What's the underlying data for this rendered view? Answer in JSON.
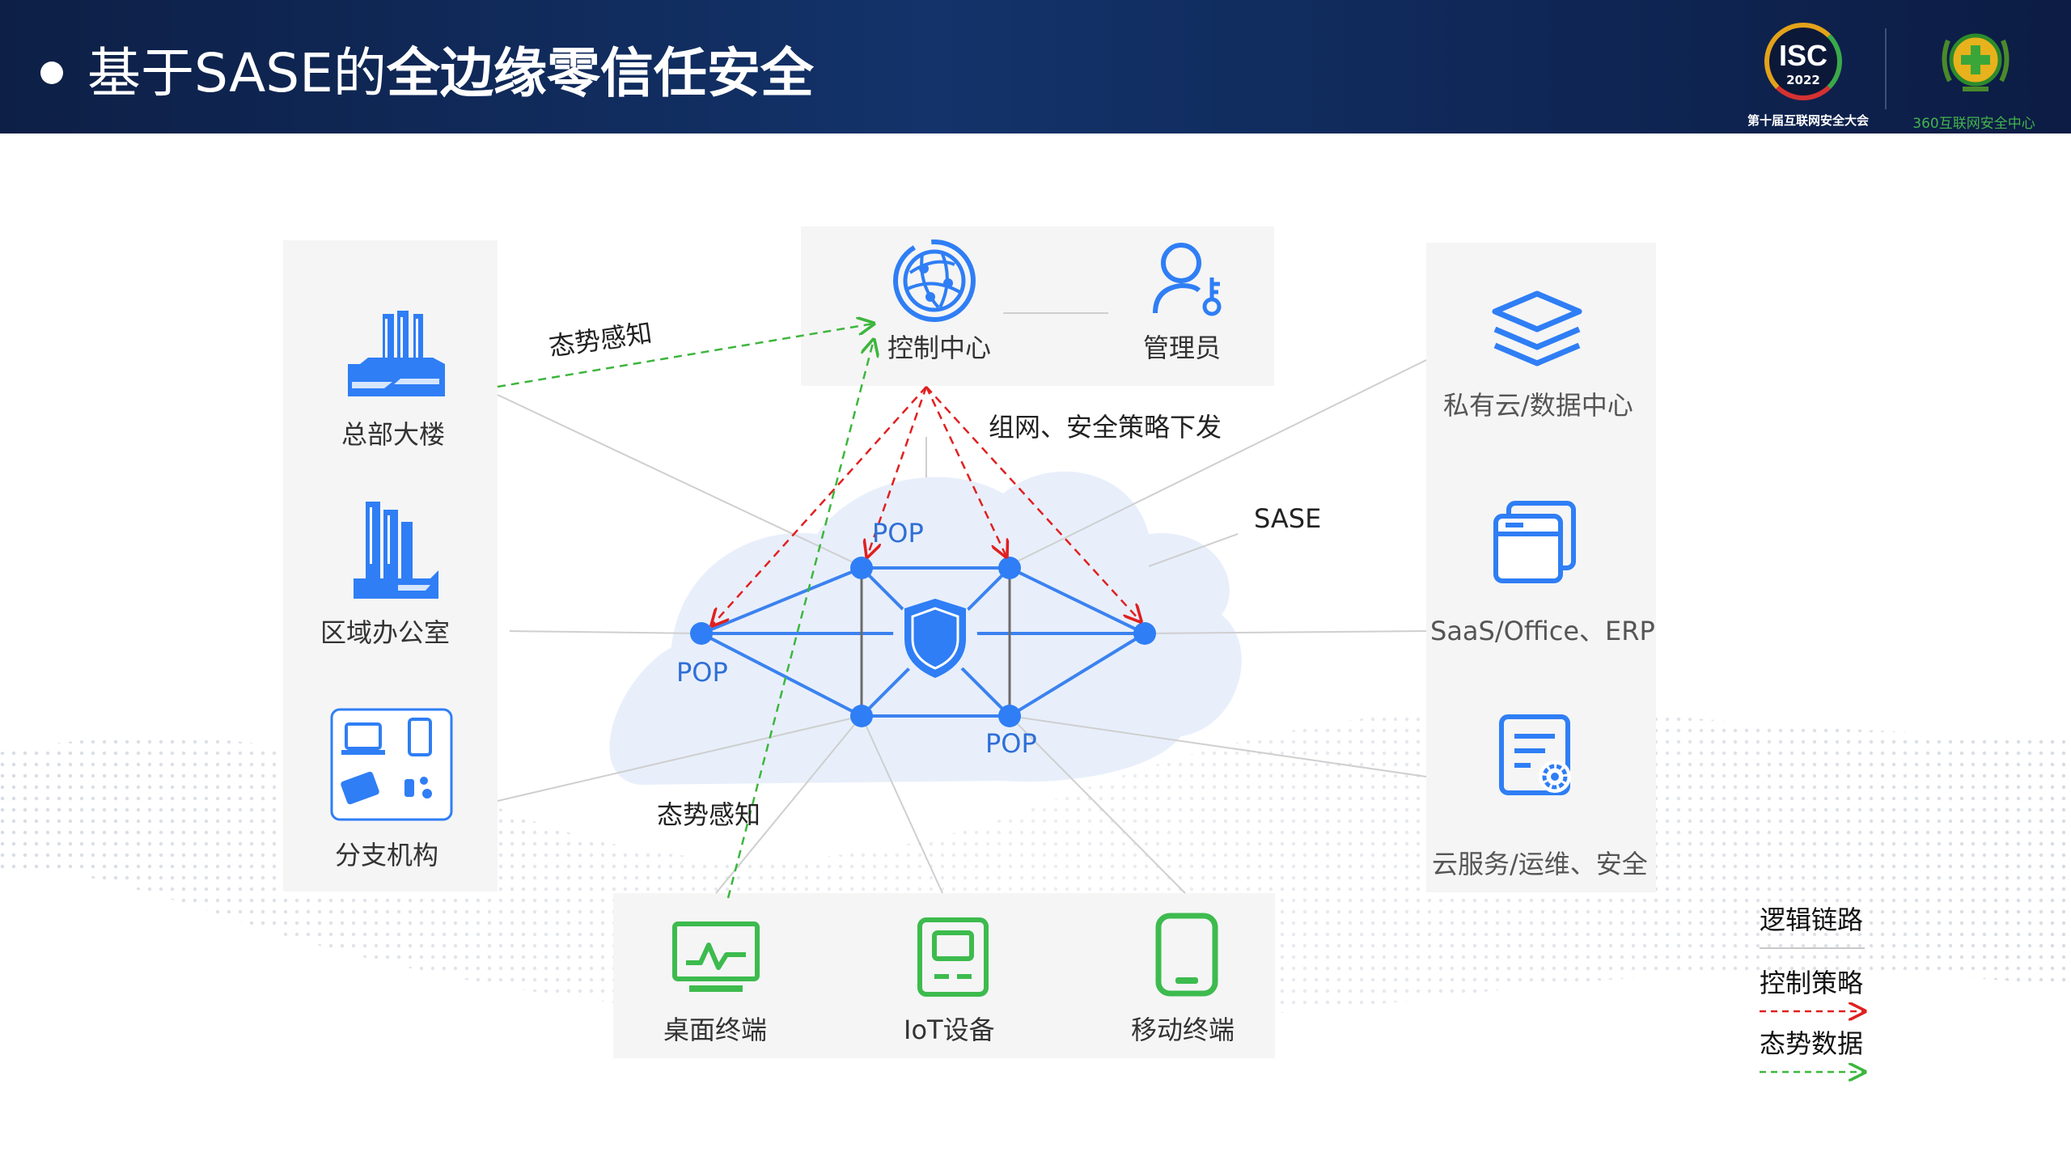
{
  "header": {
    "title_plain": "基于SASE的",
    "title_bold": "全边缘零信任安全",
    "logos": {
      "isc_text": "ISC",
      "isc_year": "2022",
      "isc_subtitle": "第十届互联网安全大会",
      "brand_subtitle": "360互联网安全中心"
    }
  },
  "diagram": {
    "left_nodes": [
      {
        "label": "总部大楼",
        "icon": "headquarters-building-icon"
      },
      {
        "label": "区域办公室",
        "icon": "regional-office-icon"
      },
      {
        "label": "分支机构",
        "icon": "branch-devices-icon"
      }
    ],
    "top_nodes": [
      {
        "label": "控制中心",
        "icon": "control-center-globe-icon"
      },
      {
        "label": "管理员",
        "icon": "administrator-key-icon"
      }
    ],
    "right_nodes": [
      {
        "label": "私有云/数据中心",
        "icon": "layers-stack-icon"
      },
      {
        "label": "SaaS/Office、ERP",
        "icon": "app-windows-icon"
      },
      {
        "label": "云服务/运维、安全",
        "icon": "document-gear-icon"
      }
    ],
    "bottom_nodes": [
      {
        "label": "桌面终端",
        "icon": "desktop-monitor-icon"
      },
      {
        "label": "IoT设备",
        "icon": "iot-device-icon"
      },
      {
        "label": "移动终端",
        "icon": "mobile-phone-icon"
      }
    ],
    "cloud": {
      "name": "SASE",
      "pop_labels": [
        "POP",
        "POP",
        "POP"
      ],
      "center_icon": "shield-icon"
    },
    "annotations": {
      "situational_top": "态势感知",
      "situational_bottom": "态势感知",
      "policy_delivery": "组网、安全策略下发"
    }
  },
  "legend": {
    "items": [
      {
        "label": "逻辑链路",
        "color": "#c8c8c8"
      },
      {
        "label": "控制策略",
        "color": "#e02020"
      },
      {
        "label": "态势数据",
        "color": "#3db63d"
      }
    ]
  },
  "colors": {
    "header_bg": "#0f2858",
    "blue": "#2f7ef5",
    "green": "#3dbb4e",
    "panel": "#f5f5f5"
  }
}
